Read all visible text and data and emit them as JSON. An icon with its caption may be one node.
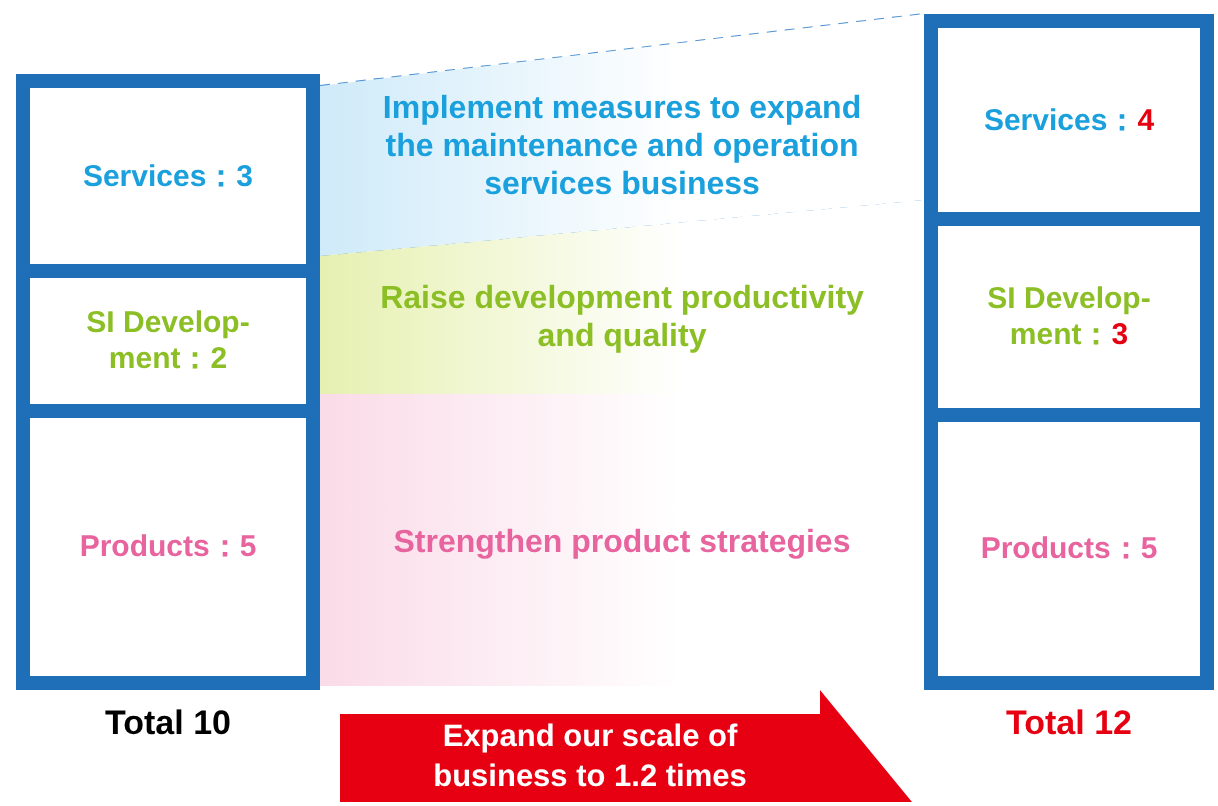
{
  "diagram": {
    "nodes": [
      {
        "text": [],
        "shape": "box",
        "beside": [
          "Total 10"
        ]
      },
      {
        "text": [
          "Services：3"
        ],
        "in": 0
      },
      {
        "text": [
          "SI Develop-ment：2"
        ],
        "in": 0
      },
      {
        "text": [
          "Products：5"
        ],
        "in": 0
      },
      {
        "text": [
          "Implement measures to expand the maintenance and operation services business"
        ]
      },
      {
        "text": [
          "Raise development productivity and quality"
        ]
      },
      {
        "text": [
          "Strengthen product strategies"
        ]
      },
      {
        "text": [],
        "shape": "box",
        "beside": [
          "Total 12"
        ]
      },
      {
        "text": [
          "Services：4"
        ],
        "in": 7
      },
      {
        "text": [
          "SI Develop-ment：3"
        ],
        "in": 7
      },
      {
        "text": [
          "Products：5"
        ],
        "in": 7
      },
      {
        "text": [
          "Expand our scale of business to 1.2 times"
        ]
      }
    ]
  }
}
